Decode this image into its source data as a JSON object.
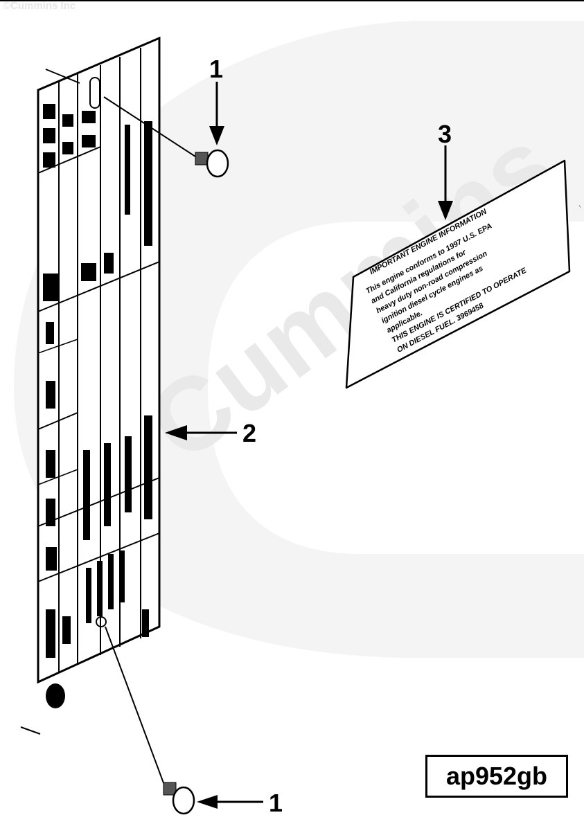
{
  "copyright": "©Cummins Inc",
  "watermark": "Cummins",
  "callouts": {
    "screw_top": "1",
    "screw_bottom": "1",
    "dataplate": "2",
    "epa_label": "3"
  },
  "epa_label": {
    "heading": "IMPORTANT ENGINE INFORMATION",
    "lines": [
      "This engine conforms to 1997 U.S. EPA",
      "and California regulations for",
      "heavy duty non-road compression",
      "ignition diesel cycle engines as",
      "applicable.",
      "THIS ENGINE IS CERTIFIED TO OPERATE",
      "ON DIESEL FUEL.    3969458"
    ]
  },
  "figure_id": "ap952gb",
  "colors": {
    "ink": "#000000",
    "watermark": "#efefef",
    "background": "#ffffff"
  }
}
